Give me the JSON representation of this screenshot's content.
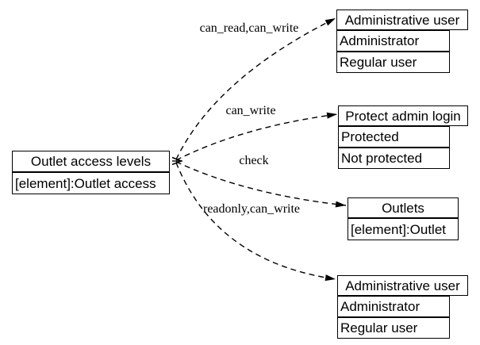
{
  "diagram": {
    "colors": {
      "background": "#ffffff",
      "line": "#000000",
      "text": "#000000"
    },
    "source": {
      "title": "Outlet access levels",
      "rows": [
        "[element]:Outlet access"
      ]
    },
    "targets": [
      {
        "title": "Administrative user",
        "rows": [
          "Administrator",
          "Regular user"
        ]
      },
      {
        "title": "Protect admin login",
        "rows": [
          "Protected",
          "Not protected"
        ]
      },
      {
        "title": "Outlets",
        "rows": [
          "[element]:Outlet"
        ]
      },
      {
        "title": "Administrative user",
        "rows": [
          "Administrator",
          "Regular user"
        ]
      }
    ],
    "edges": [
      {
        "label": "can_read,can_write"
      },
      {
        "label": "can_write"
      },
      {
        "label": "check"
      },
      {
        "label": "readonly,can_write"
      }
    ]
  }
}
